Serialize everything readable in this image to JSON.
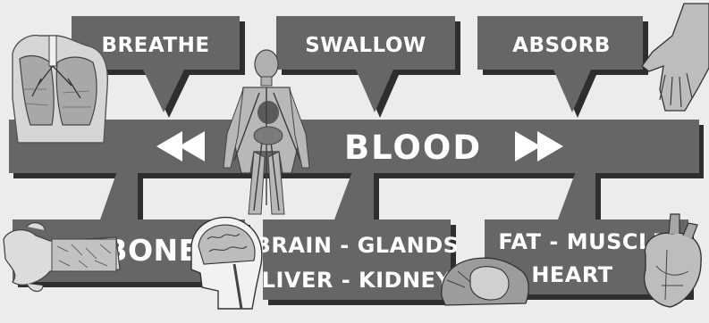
{
  "inputs": {
    "breathe": "BREATHE",
    "swallow": "SWALLOW",
    "absorb": "ABSORB"
  },
  "center": {
    "label": "BLOOD"
  },
  "outputs": {
    "bone": "BONE",
    "organs_line1": "BRAIN - GLANDS",
    "organs_line2": "LIVER - KIDNEY",
    "tissue_line1": "FAT - MUSCLE",
    "tissue_line2": "HEART"
  },
  "colors": {
    "background": "#ececec",
    "box_fill": "#666666",
    "box_shadow": "#2e2e2e",
    "text": "#ffffff",
    "illustration": "#9a9a9a"
  },
  "icons": [
    "lungs-icon",
    "human-circulatory-icon",
    "hand-icon",
    "bone-icon",
    "brain-head-icon",
    "liver-kidney-icon",
    "heart-icon",
    "left-double-arrow-icon",
    "right-double-arrow-icon"
  ]
}
